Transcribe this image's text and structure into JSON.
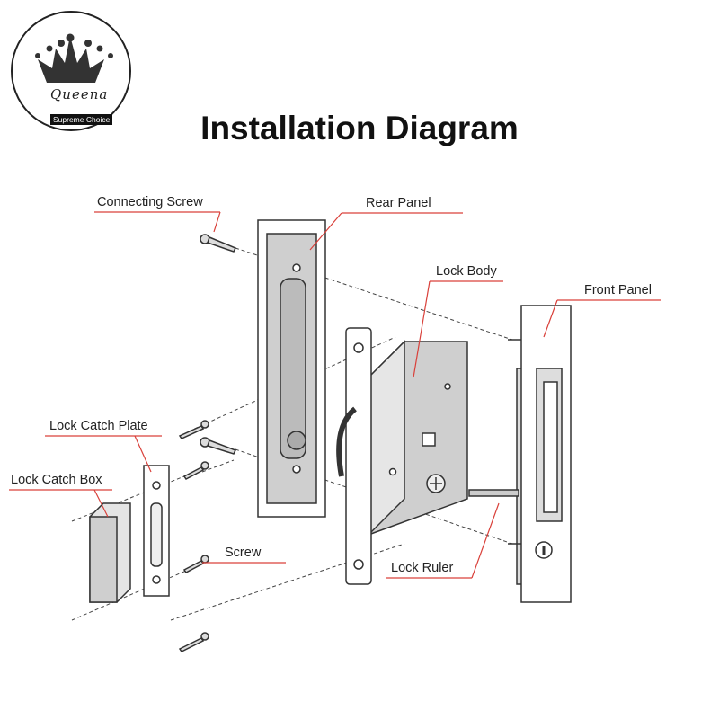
{
  "logo": {
    "brand": "Queena",
    "tagline": "Supreme Choice"
  },
  "title": "Installation Diagram",
  "labels": {
    "connecting_screw": "Connecting Screw",
    "rear_panel": "Rear Panel",
    "lock_body": "Lock Body",
    "front_panel": "Front Panel",
    "lock_catch_plate": "Lock Catch Plate",
    "lock_catch_box": "Lock Catch Box",
    "screw": "Screw",
    "lock_ruler": "Lock Ruler"
  },
  "colors": {
    "leader": "#d9403a",
    "part_fill": "#cfcfcf",
    "outline": "#333333"
  }
}
